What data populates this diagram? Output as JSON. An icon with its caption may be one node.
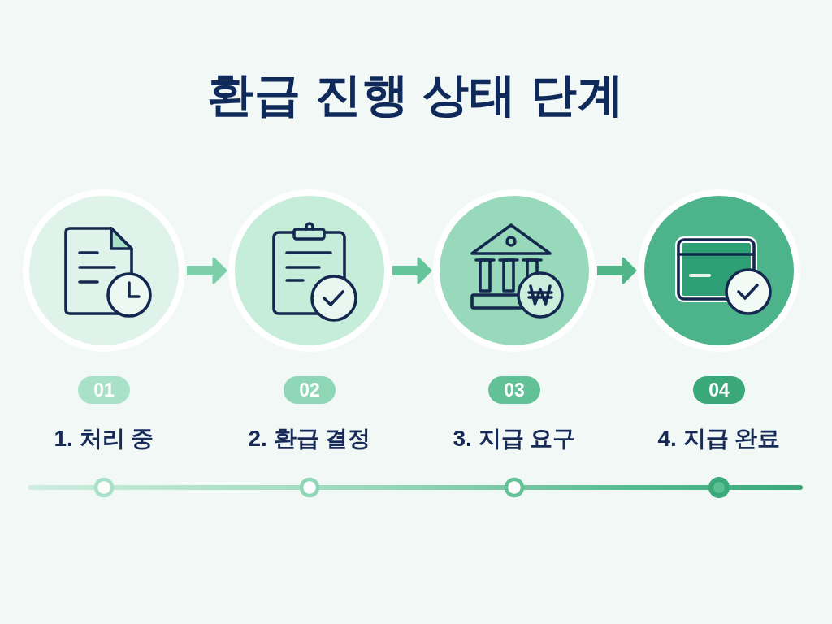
{
  "diagram": {
    "title": "환급 진행 상태 단계",
    "nodes": [
      {
        "text": [],
        "shape": "circle"
      },
      {
        "text": [],
        "shape": "circle"
      },
      {
        "text": [],
        "shape": "circle"
      },
      {
        "text": [],
        "shape": "circle"
      },
      {
        "text": [
          "01"
        ],
        "beside": [
          "1. 처리 중"
        ]
      },
      {
        "text": [
          "02"
        ],
        "beside": [
          "2. 환급 결정"
        ]
      },
      {
        "text": [
          "03"
        ],
        "beside": [
          "3. 지급 요구"
        ]
      },
      {
        "text": [
          "04"
        ],
        "beside": [
          "4. 지급 완료"
        ]
      }
    ],
    "edges": [
      {
        "from": 0,
        "to": 1,
        "arrow": "to"
      },
      {
        "from": 1,
        "to": 2,
        "arrow": "to"
      },
      {
        "from": 2,
        "to": 3,
        "arrow": "to"
      }
    ]
  }
}
